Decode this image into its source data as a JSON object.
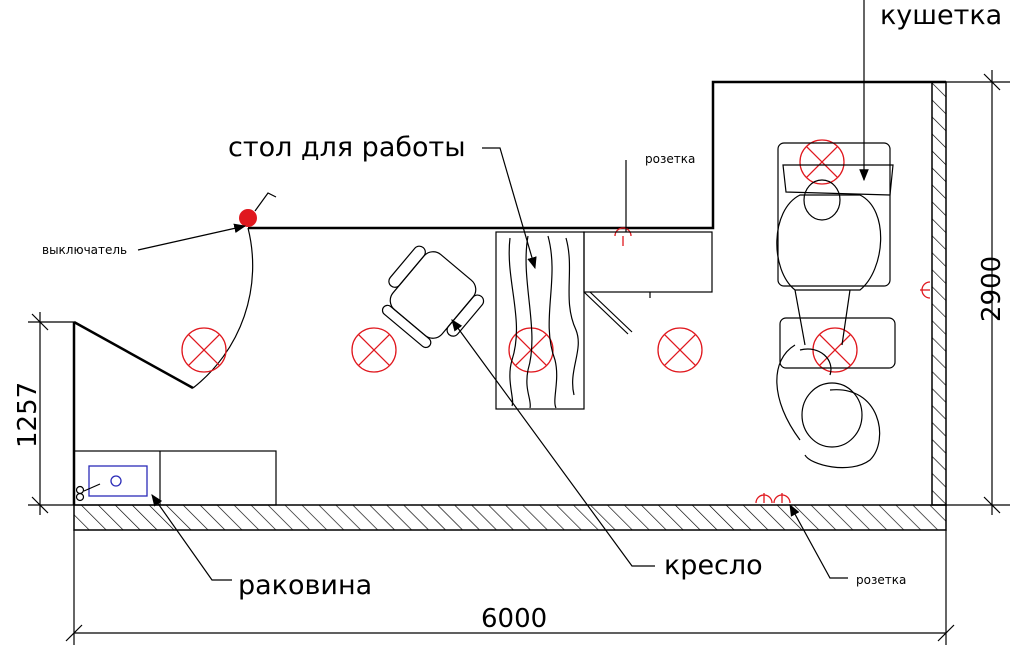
{
  "labels": {
    "couch": "кушетка",
    "desk": "стол для работы",
    "socket_top": "розетка",
    "switch": "выключатель",
    "chair": "кресло",
    "sink": "раковина",
    "socket_bottom": "розетка"
  },
  "dimensions": {
    "width": "6000",
    "depth_right": "2900",
    "depth_left": "1257"
  },
  "colors": {
    "lines": "#000000",
    "lights": "#e0181e",
    "switch": "#e0181e",
    "sink_inner": "#2b2bb8"
  }
}
